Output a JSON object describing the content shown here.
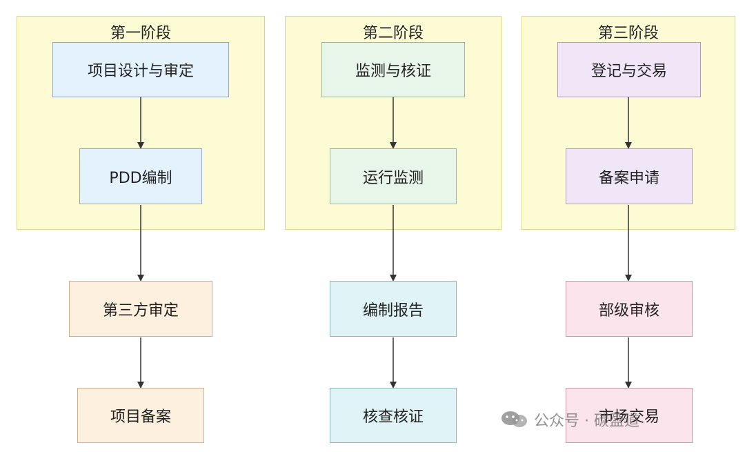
{
  "stages": [
    {
      "title": "第一阶段"
    },
    {
      "title": "第二阶段"
    },
    {
      "title": "第三阶段"
    }
  ],
  "nodes": {
    "stage1": [
      "项目设计与审定",
      "PDD编制"
    ],
    "stage2": [
      "监测与核证",
      "运行监测"
    ],
    "stage3": [
      "登记与交易",
      "备案申请"
    ],
    "col1_after": [
      "第三方审定",
      "项目备案"
    ],
    "col2_after": [
      "编制报告",
      "核查核证"
    ],
    "col3_after": [
      "部级审核",
      "市场交易"
    ]
  },
  "watermark": {
    "icon": "wechat-icon",
    "text": "公众号 · 碳盈道"
  }
}
